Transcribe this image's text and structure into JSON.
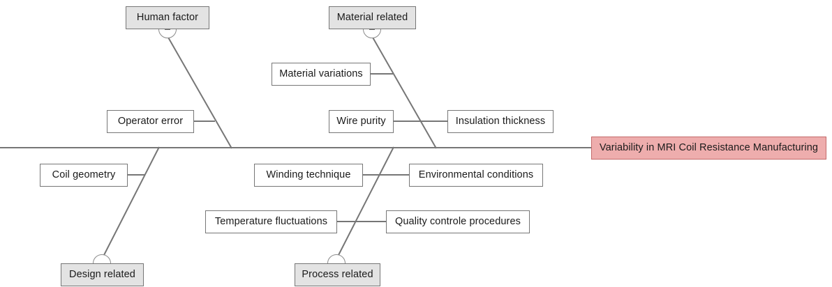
{
  "diagram": {
    "type": "fishbone-ishikawa",
    "title": "Variability in MRI Coil Resistance Manufacturing",
    "colors": {
      "category_fill": "#e3e3e3",
      "cause_fill": "#ffffff",
      "head_fill": "#eeadad",
      "head_border": "#c46a6a",
      "line": "#767676",
      "text": "#1a1a1a"
    },
    "head": {
      "label": "Variability in MRI Coil Resistance Manufacturing"
    },
    "categories": [
      {
        "id": "human-factor",
        "label": "Human factor",
        "position": "top",
        "collapse_icon": "minus-circle-icon",
        "causes": [
          {
            "label": "Operator error"
          }
        ]
      },
      {
        "id": "material-related",
        "label": "Material related",
        "position": "top",
        "collapse_icon": "minus-circle-icon",
        "causes": [
          {
            "label": "Material variations"
          },
          {
            "label": "Wire purity"
          },
          {
            "label": "Insulation thickness"
          }
        ]
      },
      {
        "id": "design-related",
        "label": "Design related",
        "position": "bottom",
        "collapse_icon": "minus-circle-icon",
        "causes": [
          {
            "label": "Coil geometry"
          }
        ]
      },
      {
        "id": "process-related",
        "label": "Process related",
        "position": "bottom",
        "collapse_icon": "minus-circle-icon",
        "causes": [
          {
            "label": "Winding technique"
          },
          {
            "label": "Environmental conditions"
          },
          {
            "label": "Temperature fluctuations"
          },
          {
            "label": "Quality controle procedures"
          }
        ]
      }
    ]
  }
}
